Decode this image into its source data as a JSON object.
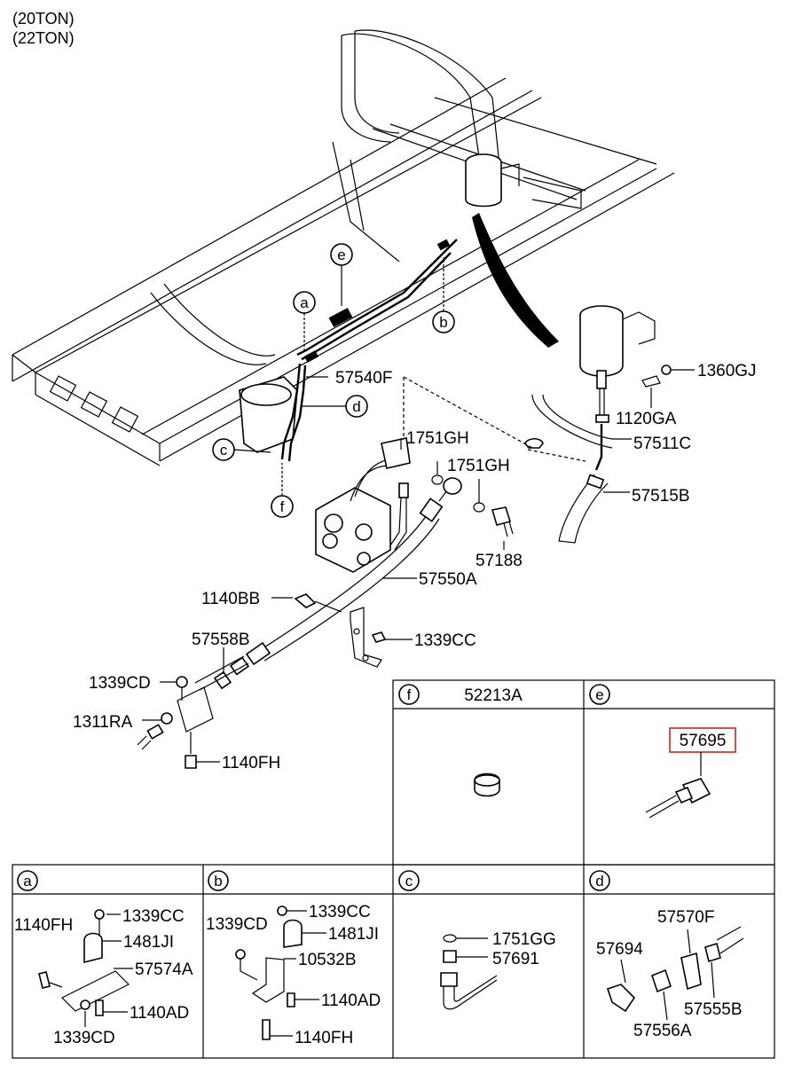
{
  "header": {
    "line1": "(20TON)",
    "line2": "(22TON)"
  },
  "main_labels": {
    "p57540F": "57540F",
    "p1751GH_1": "1751GH",
    "p1751GH_2": "1751GH",
    "p57188": "57188",
    "p57550A": "57550A",
    "p1360GJ": "1360GJ",
    "p1120GA": "1120GA",
    "p57511C": "57511C",
    "p57515B": "57515B",
    "p1140BB": "1140BB",
    "p1339CC": "1339CC",
    "p57558B": "57558B",
    "p1339CD": "1339CD",
    "p1311RA": "1311RA",
    "p1140FH": "1140FH"
  },
  "callouts": {
    "a": "a",
    "b": "b",
    "c": "c",
    "d": "d",
    "e": "e",
    "f": "f"
  },
  "detail_f": {
    "letter": "f",
    "title": "52213A"
  },
  "detail_e": {
    "letter": "e",
    "part": "57695",
    "highlight_color": "#d9201c"
  },
  "detail_a": {
    "letter": "a",
    "labels": [
      "1140FH",
      "1339CC",
      "1481JI",
      "57574A",
      "1140AD",
      "1339CD"
    ]
  },
  "detail_b": {
    "letter": "b",
    "labels": [
      "1339CD",
      "1339CC",
      "1481JI",
      "10532B",
      "1140AD",
      "1140FH"
    ]
  },
  "detail_c": {
    "letter": "c",
    "labels": [
      "1751GG",
      "57691"
    ]
  },
  "detail_d": {
    "letter": "d",
    "labels": [
      "57570F",
      "57694",
      "57555B",
      "57556A"
    ]
  }
}
